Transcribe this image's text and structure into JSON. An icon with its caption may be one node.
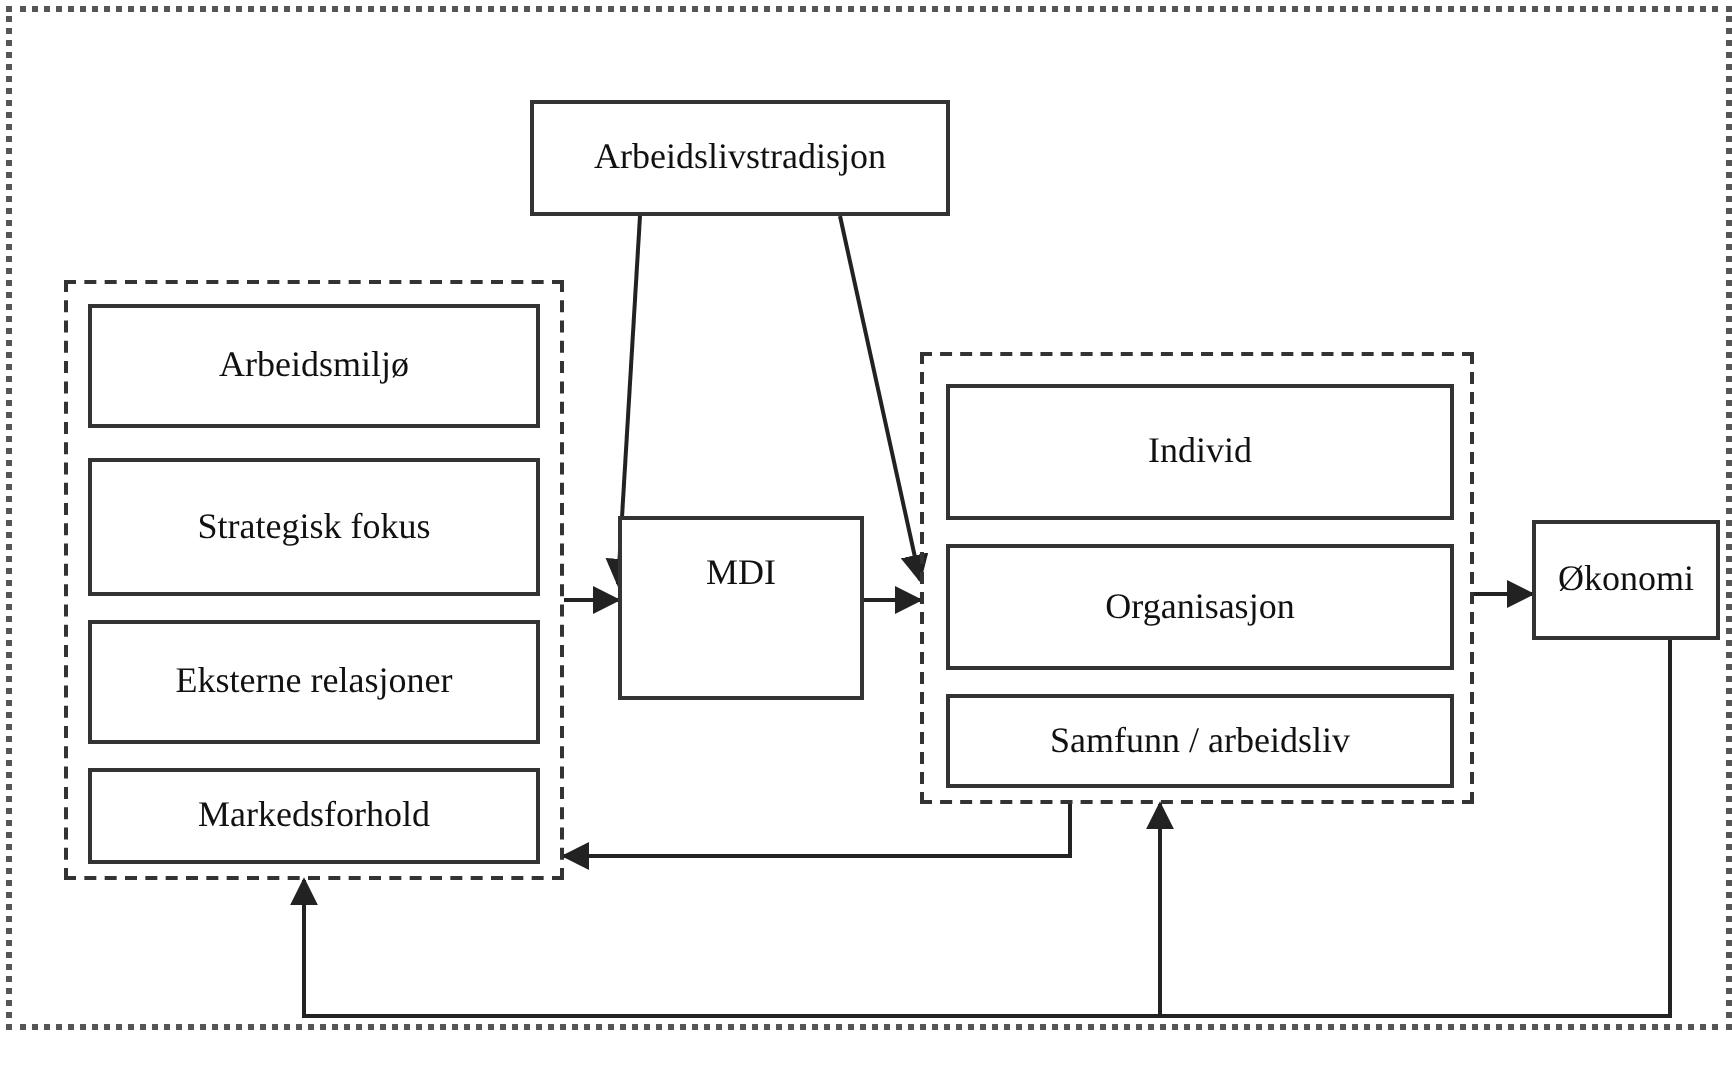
{
  "diagram": {
    "nodes": [
      {
        "text": [
          "Arbeidslivstradisjon"
        ]
      },
      {
        "text": [],
        "shape": "box"
      },
      {
        "text": [
          "Arbeidsmiljø"
        ],
        "in": 1
      },
      {
        "text": [
          "Strategisk fokus"
        ],
        "in": 1
      },
      {
        "text": [
          "Eksterne relasjoner"
        ],
        "in": 1
      },
      {
        "text": [
          "Markedsforhold"
        ],
        "in": 1
      },
      {
        "text": [
          "MDI"
        ]
      },
      {
        "text": [],
        "shape": "box"
      },
      {
        "text": [
          "Individ"
        ],
        "in": 7
      },
      {
        "text": [
          "Organisasjon"
        ],
        "in": 7
      },
      {
        "text": [
          "Samfunn / arbeidsliv"
        ],
        "in": 7
      },
      {
        "text": [
          "Økonomi"
        ]
      }
    ],
    "edges": [
      {
        "from": 0,
        "to": 6,
        "arrow": "to"
      },
      {
        "from": 0,
        "to": 7,
        "arrow": "to"
      },
      {
        "from": 1,
        "to": 6,
        "arrow": "to"
      },
      {
        "from": 6,
        "to": 7,
        "arrow": "to"
      },
      {
        "from": 7,
        "to": 11,
        "arrow": "to"
      },
      {
        "from": 7,
        "to": 1,
        "arrow": "to"
      },
      {
        "from": 11,
        "to": 1,
        "arrow": "to"
      },
      {
        "from": 11,
        "to": 7,
        "arrow": "to"
      }
    ]
  }
}
